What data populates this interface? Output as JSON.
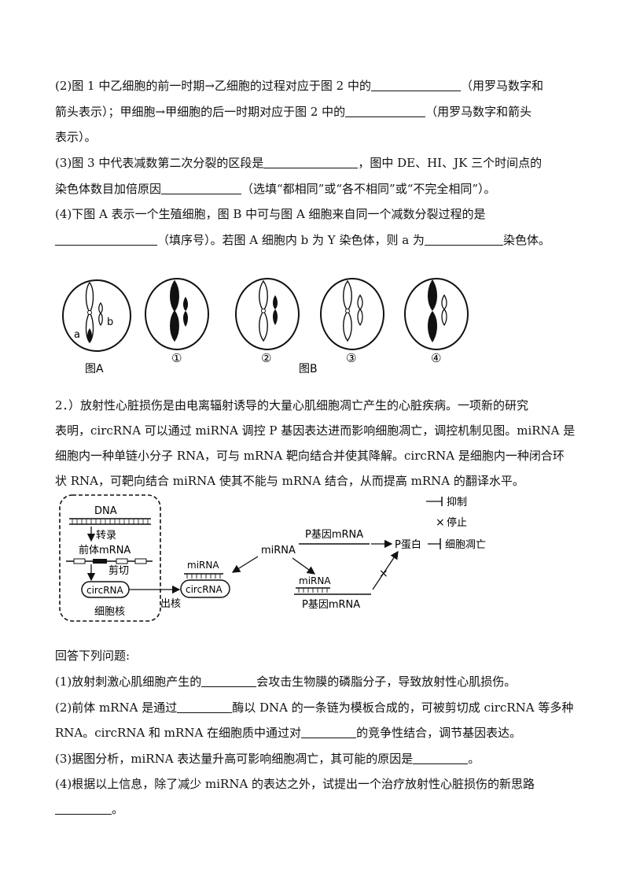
{
  "q1": {
    "part2_line1": "(2)图 1 中乙细胞的前一时期→乙细胞的过程对应于图 2 中的",
    "part2_line1_end": "（用罗马数字和",
    "part2_line2": "箭头表示）；甲细胞→甲细胞的后一时期对应于图 2 中的",
    "part2_line2_end": "（用罗马数字和箭头",
    "part2_line3": "表示）。",
    "part3_line1": "(3)图 3 中代表减数第二次分裂的区段是",
    "part3_line1_end": "，图中 DE、HI、JK 三个时间点的",
    "part3_line2": "染色体数目加倍原因",
    "part3_line2_end": "（选填“都相同”或“各不相同”或“不完全相同”）。",
    "part4_line1": "(4)下图 A 表示一个生殖细胞，图 B 中可与图 A 细胞来自同一个减数分裂过程的是",
    "part4_line2_end": "（填序号）。若图 A 细胞内 b 为 Y 染色体，则 a 为",
    "part4_line2_tail": "染色体。"
  },
  "figure_cells": {
    "label_a": "a",
    "label_b": "b",
    "caption_a": "图A",
    "caption_b": "图B",
    "cell_labels": [
      "①",
      "②",
      "③",
      "④"
    ]
  },
  "q2": {
    "intro_line1": "2．）放射性心脏损伤是由电离辐射诱导的大量心肌细胞凋亡产生的心脏疾病。一项新的研究",
    "intro_line2": "表明，circRNA 可以通过 miRNA 调控 P 基因表达进而影响细胞凋亡，调控机制见图。miRNA 是",
    "intro_line3": "细胞内一种单链小分子 RNA，可与 mRNA 靶向结合并使其降解。circRNA 是细胞内一种闭合环",
    "intro_line4": "状 RNA，可靶向结合 miRNA 使其不能与 mRNA 结合，从而提高 mRNA 的翻译水平。"
  },
  "diagram": {
    "dna": "DNA",
    "transcription": "转录",
    "pre_mrna": "前体mRNA",
    "splicing": "剪切",
    "circrna": "circRNA",
    "nucleus": "细胞核",
    "exit_nucleus": "出核",
    "mirna": "miRNA",
    "p_gene_mrna": "P基因mRNA",
    "p_protein": "P蛋白",
    "apoptosis": "细胞凋亡",
    "legend_inhibit": "抑制",
    "legend_stop": "停止"
  },
  "questions": {
    "header": "回答下列问题:",
    "q1_start": "(1)放射刺激心肌细胞产生的",
    "q1_end": "会攻击生物膜的磷脂分子，导致放射性心肌损伤。",
    "q2_start": "(2)前体 mRNA 是通过",
    "q2_end": "酶以 DNA 的一条链为模板合成的，可被剪切成 circRNA 等多种",
    "q2_line2_start": "RNA。circRNA 和 mRNA 在细胞质中通过对",
    "q2_line2_end": "的竞争性结合，调节基因表达。",
    "q3_start": "(3)据图分析，miRNA 表达量升高可影响细胞凋亡，其可能的原因是",
    "q3_end": "。",
    "q4_line1": "(4)根据以上信息，除了减少 miRNA 的表达之外，试提出一个治疗放射性心脏损伤的新思路",
    "q4_end": "。"
  }
}
